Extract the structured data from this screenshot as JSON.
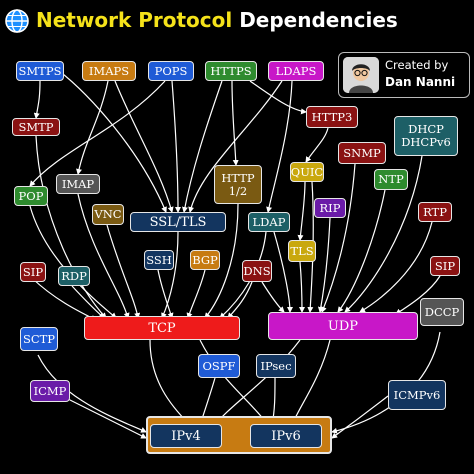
{
  "header": {
    "title_part1": "Network Protocol",
    "title_part2": "Dependencies"
  },
  "credit": {
    "line1": "Created by",
    "line2": "Dan Nanni"
  },
  "icons": {
    "logo": "globe-icon",
    "avatar": "person-avatar"
  },
  "colors": {
    "blue": "#1f5bd6",
    "orange": "#c77b12",
    "green": "#2e8b2e",
    "magenta": "#c817c8",
    "darkred": "#8a1212",
    "gray": "#555555",
    "olive": "#7a5a12",
    "purple": "#6a1ba8",
    "yellow": "#c9a80e",
    "teal": "#1d5f66",
    "navy": "#13355f",
    "tcp": "#ee1b1b",
    "udp": "#c817c8",
    "ip": "#c77b12",
    "arrow": "#ffffff",
    "title_yellow": "#f5e21a"
  },
  "nodes": {
    "smtps": "SMTPS",
    "imaps": "IMAPS",
    "pops": "POPS",
    "https": "HTTPS",
    "ldaps": "LDAPS",
    "smtp": "SMTP",
    "http3": "HTTP3",
    "dhcp": "DHCP\nDHCPv6",
    "snmp": "SNMP",
    "quic": "QUIC",
    "http12": "HTTP\n1/2",
    "imap": "IMAP",
    "pop": "POP",
    "vnc": "VNC",
    "ssltls": "SSL/TLS",
    "ldap": "LDAP",
    "ntp": "NTP",
    "rip": "RIP",
    "rtp": "RTP",
    "tls": "TLS",
    "ssh": "SSH",
    "bgp": "BGP",
    "dns": "DNS",
    "sip_left": "SIP",
    "rdp": "RDP",
    "sip_right": "SIP",
    "tcp": "TCP",
    "udp": "UDP",
    "sctp": "SCTP",
    "dccp": "DCCP",
    "ospf": "OSPF",
    "ipsec": "IPsec",
    "icmp": "ICMP",
    "icmpv6": "ICMPv6",
    "ipv4": "IPv4",
    "ipv6": "IPv6"
  }
}
